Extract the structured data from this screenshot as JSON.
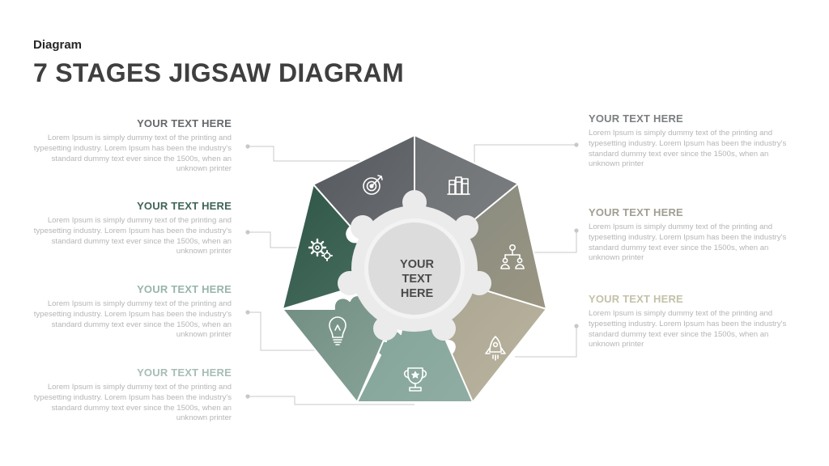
{
  "header": {
    "subtitle": "Diagram",
    "title": "7 STAGES JIGSAW DIAGRAM"
  },
  "center": {
    "lines": [
      "YOUR",
      "TEXT",
      "HERE"
    ]
  },
  "stages": [
    {
      "id": "top-left",
      "side": "left",
      "heading": "YOUR TEXT HERE",
      "body": "Lorem Ipsum is simply dummy text of the printing and typesetting industry. Lorem Ipsum has been the industry's standard dummy text ever since the 1500s, when an unknown printer",
      "color": "#5e6266",
      "heading_color": "#65696d",
      "icon": "target-icon"
    },
    {
      "id": "top-right",
      "side": "right",
      "heading": "YOUR TEXT HERE",
      "body": "Lorem Ipsum is simply dummy text of the printing and typesetting industry. Lorem Ipsum has been the industry's standard dummy text ever since the 1500s, when an unknown printer",
      "color": "#76797b",
      "heading_color": "#7c7f82",
      "icon": "books-icon"
    },
    {
      "id": "right",
      "side": "right",
      "heading": "YOUR TEXT HERE",
      "body": "Lorem Ipsum is simply dummy text of the printing and typesetting industry. Lorem Ipsum has been the industry's standard dummy text ever since the 1500s, when an unknown printer",
      "color": "#8f8b7c",
      "heading_color": "#a19f93",
      "icon": "team-icon"
    },
    {
      "id": "bottom-right",
      "side": "right",
      "heading": "YOUR TEXT HERE",
      "body": "Lorem Ipsum is simply dummy text of the printing and typesetting industry. Lorem Ipsum has been the industry's standard dummy text ever since the 1500s, when an unknown printer",
      "color": "#b3ad98",
      "heading_color": "#c4c1a8",
      "icon": "rocket-icon"
    },
    {
      "id": "bottom",
      "side": "left",
      "heading": "YOUR TEXT HERE",
      "body": "Lorem Ipsum is simply dummy text of the printing and typesetting industry. Lorem Ipsum has been the industry's standard dummy text ever since the 1500s, when an unknown printer",
      "color": "#86a89c",
      "heading_color": "#a7bdb5",
      "icon": "trophy-icon"
    },
    {
      "id": "bottom-left",
      "side": "left",
      "heading": "YOUR TEXT HERE",
      "body": "Lorem Ipsum is simply dummy text of the printing and typesetting industry. Lorem Ipsum has been the industry's standard dummy text ever since the 1500s, when an unknown printer",
      "color": "#7a9488",
      "heading_color": "#98b5aa",
      "icon": "lightbulb-icon"
    },
    {
      "id": "left",
      "side": "left",
      "heading": "YOUR TEXT HERE",
      "body": "Lorem Ipsum is simply dummy text of the printing and typesetting industry. Lorem Ipsum has been the industry's standard dummy text ever since the 1500s, when an unknown printer",
      "color": "#3f6557",
      "heading_color": "#3f6557",
      "icon": "gears-icon"
    }
  ],
  "colors": {
    "connector": "#c8c8c8",
    "gear": "#ebebeb",
    "center_disc": "#dcdcdc",
    "center_ring": "#f3f3f3"
  }
}
